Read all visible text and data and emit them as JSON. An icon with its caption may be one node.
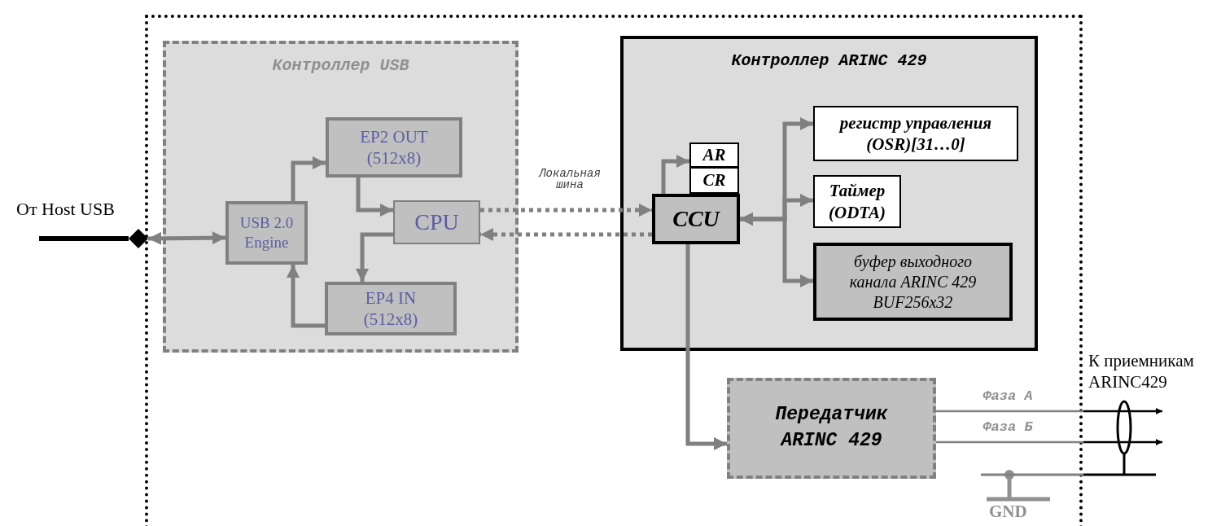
{
  "diagram": {
    "nodes": [
      {
        "text": [],
        "shape": "box"
      },
      {
        "text": [
          "Контроллер USB"
        ],
        "in": 0
      },
      {
        "text": [
          "USB 2.0 Engine"
        ],
        "in": 1
      },
      {
        "text": [
          "EP2 OUT (512x8)"
        ],
        "in": 1
      },
      {
        "text": [
          "CPU"
        ],
        "in": 1
      },
      {
        "text": [
          "EP4 IN (512x8)"
        ],
        "in": 1
      },
      {
        "text": [
          "Контроллер ARINC 429"
        ],
        "in": 0
      },
      {
        "text": [
          "AR"
        ],
        "in": 6
      },
      {
        "text": [
          "CR"
        ],
        "in": 6
      },
      {
        "text": [
          "CCU"
        ],
        "in": 6
      },
      {
        "text": [
          "регистр управления (OSR)[31…0]"
        ],
        "in": 6
      },
      {
        "text": [
          "Таймер (ODTA)"
        ],
        "in": 6
      },
      {
        "text": [
          "буфер выходного канала ARINC 429 BUF256x32"
        ],
        "in": 6
      },
      {
        "text": [
          "Передатчик ARINC 429"
        ],
        "in": 0
      },
      {
        "text": [],
        "shape": "diamond"
      },
      {
        "text": [
          "GND"
        ],
        "in": 0
      }
    ],
    "edges": [
      {
        "from": null,
        "to": 14,
        "arrow": "none",
        "color": "#000000"
      },
      {
        "from": 14,
        "to": 2,
        "arrow": "both"
      },
      {
        "from": 2,
        "to": 3,
        "arrow": "to"
      },
      {
        "from": 3,
        "to": 4,
        "arrow": "to"
      },
      {
        "from": 4,
        "to": 5,
        "arrow": "to"
      },
      {
        "from": 5,
        "to": 2,
        "arrow": "to"
      },
      {
        "from": 4,
        "to": 9,
        "arrow": "to",
        "style": "dashed",
        "label": "Локальная шина"
      },
      {
        "from": 9,
        "to": 4,
        "arrow": "to",
        "style": "dashed"
      },
      {
        "from": 9,
        "to": 7,
        "arrow": "to"
      },
      {
        "from": 9,
        "to": 10,
        "arrow": "both"
      },
      {
        "from": 9,
        "to": 11,
        "arrow": "both"
      },
      {
        "from": 9,
        "to": 12,
        "arrow": "both"
      },
      {
        "from": 9,
        "to": 13,
        "arrow": "to"
      },
      {
        "from": 13,
        "to": null,
        "arrow": "to",
        "label": "Фаза А"
      },
      {
        "from": 13,
        "to": null,
        "arrow": "to",
        "label": "Фаза Б"
      },
      {
        "from": 15,
        "to": null,
        "arrow": "none"
      }
    ],
    "labels": [
      "От Host USB",
      "К приемникам ARINC429"
    ]
  }
}
